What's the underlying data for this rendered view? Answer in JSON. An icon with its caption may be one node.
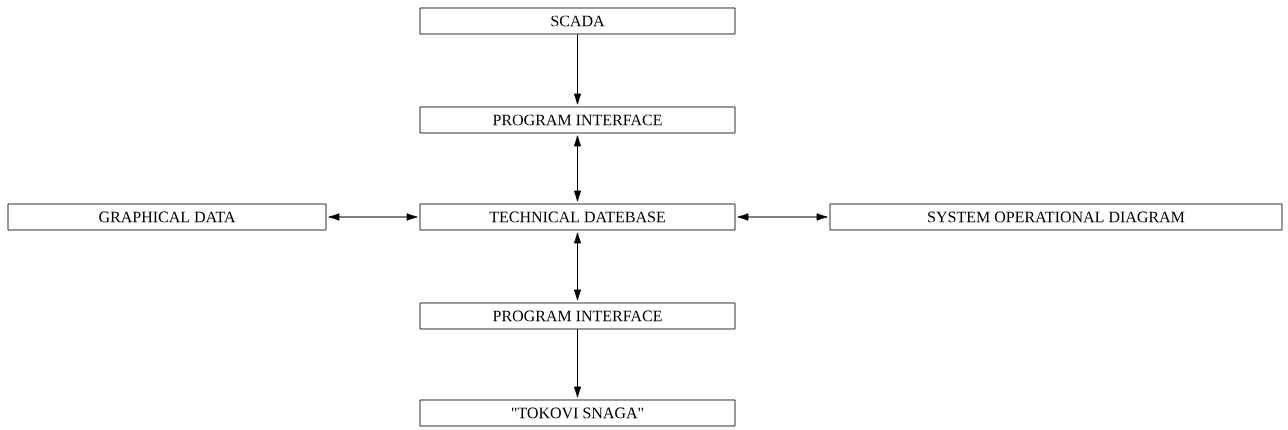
{
  "diagram": {
    "nodes": [
      {
        "text": [
          "SCADA"
        ]
      },
      {
        "text": [
          "PROGRAM INTERFACE"
        ]
      },
      {
        "text": [
          "GRAPHICAL DATA"
        ]
      },
      {
        "text": [
          "TECHNICAL DATEBASE"
        ]
      },
      {
        "text": [
          "SYSTEM OPERATIONAL DIAGRAM"
        ]
      },
      {
        "text": [
          "PROGRAM INTERFACE"
        ]
      },
      {
        "text": [
          "\"TOKOVI SNAGA\""
        ]
      }
    ],
    "edges": [
      {
        "from": 0,
        "to": 1,
        "arrow": "to"
      },
      {
        "from": 1,
        "to": 3,
        "arrow": "both"
      },
      {
        "from": 2,
        "to": 3,
        "arrow": "both"
      },
      {
        "from": 3,
        "to": 4,
        "arrow": "both"
      },
      {
        "from": 3,
        "to": 5,
        "arrow": "both"
      },
      {
        "from": 5,
        "to": 6,
        "arrow": "to"
      }
    ]
  }
}
